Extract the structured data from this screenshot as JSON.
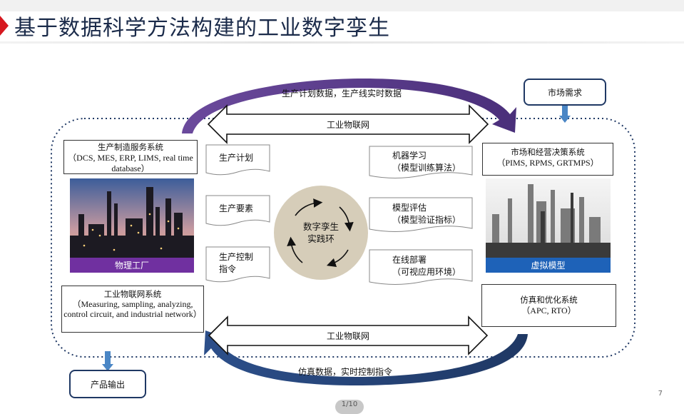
{
  "slide": {
    "title": "基于数据科学方法构建的工业数字孪生",
    "page_number": "7",
    "pager_text": "1/10"
  },
  "colors": {
    "title": "#1b2b4a",
    "accent_red": "#d6181f",
    "purple_arrow": "#6b4a9c",
    "navy_arrow": "#1f3864",
    "physical_caption_bg": "#7030a0",
    "virtual_caption_bg": "#1e62b8",
    "circle_fill": "#d6cdb9",
    "dotted_border": "#1f3864"
  },
  "left": {
    "mes_box": {
      "line1": "生产制造服务系统",
      "line2": "（DCS, MES, ERP, LIMS, real time database）"
    },
    "physical_plant": {
      "caption": "物理工厂"
    },
    "iot_box": {
      "line1": "工业物联网系统",
      "line2": "（Measuring, sampling, analyzing, control circuit, and industrial network）"
    },
    "output_box": "产品输出"
  },
  "right": {
    "market_box": "市场需求",
    "decision_box": {
      "line1": "市场和经营决策系统",
      "line2": "（PIMS, RPMS, GRTMPS）"
    },
    "virtual_plant": {
      "caption": "虚拟模型"
    },
    "sim_box": {
      "line1": "仿真和优化系统",
      "line2": "（APC, RTO）"
    }
  },
  "center": {
    "top_arc_label": "生产计划数据，生产线实时数据",
    "bottom_arc_label": "仿真数据，实时控制指令",
    "top_iot_label": "工业物联网",
    "bottom_iot_label": "工业物联网",
    "left_docs": [
      {
        "line1": "生产计划",
        "line2": ""
      },
      {
        "line1": "生产要素",
        "line2": ""
      },
      {
        "line1": "生产控制",
        "line2": "指令"
      }
    ],
    "right_docs": [
      {
        "line1": "机器学习",
        "line2": "（模型训练算法）"
      },
      {
        "line1": "模型评估",
        "line2": "（模型验证指标）"
      },
      {
        "line1": "在线部署",
        "line2": "（可视应用环境）"
      }
    ],
    "circle": {
      "line1": "数字孪生",
      "line2": "实践环"
    }
  }
}
